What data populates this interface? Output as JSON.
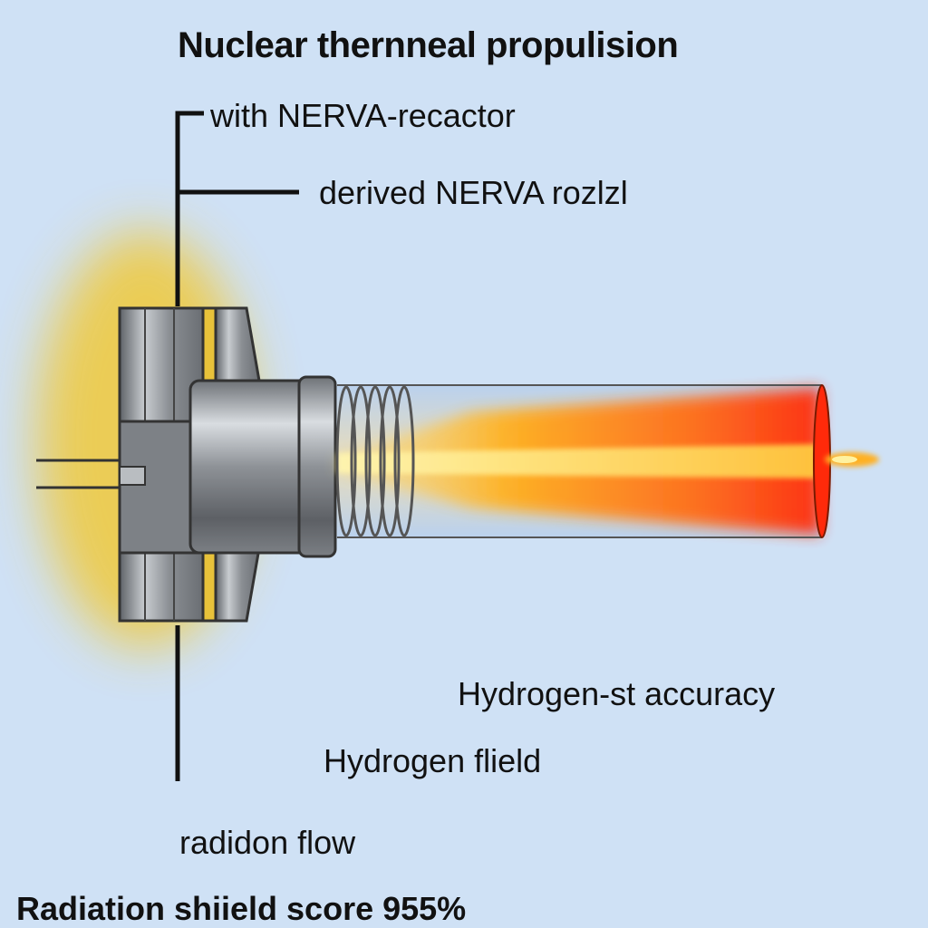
{
  "diagram": {
    "title": "Nuclear thernneal propulision",
    "labels": {
      "nerva_reactor": "with NERVA-recactor",
      "nerva_nozzle": "derived NERVA rozlzl",
      "hydrogen_accuracy": "Hydrogen-st accuracy",
      "hydrogen_field": "Hydrogen flield",
      "radiation_flow": "radidon flow",
      "shield_score": "Radiation shiield score 955%"
    },
    "colors": {
      "background": "#cfe1f5",
      "reactor_glow": "#f0c93a",
      "metal": "#9a9ea4",
      "exhaust_hot": "#ff3a10",
      "exhaust_mid": "#ffb020",
      "exhaust_core": "#fff27a"
    }
  }
}
